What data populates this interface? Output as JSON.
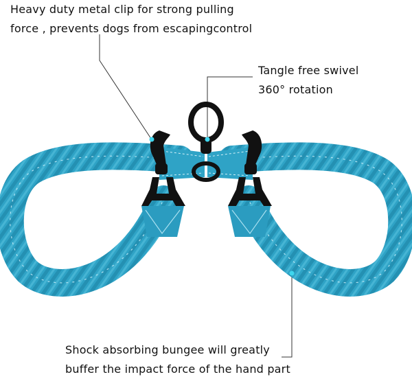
{
  "annotations": {
    "clip": {
      "line1": "Heavy duty metal clip for strong pulling",
      "line2": "force , prevents dogs from escapingcontrol"
    },
    "swivel": {
      "line1": "Tangle free swivel",
      "line2": "360° rotation"
    },
    "bungee": {
      "line1": "Shock absorbing bungee will greatly",
      "line2": "buffer the impact force of the hand part"
    }
  },
  "colors": {
    "webbing": "#2fa3c6",
    "webbing_dark": "#1b7fa1",
    "webbing_light": "#57c1de",
    "hardware": "#111111",
    "marker": "#3fd6ee",
    "leader_line": "#333333",
    "text": "#111111",
    "background": "#ffffff"
  }
}
